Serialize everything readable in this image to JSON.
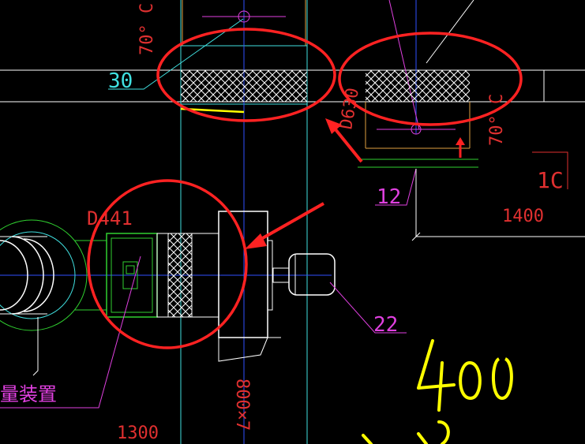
{
  "canvas": {
    "background": "#000000"
  },
  "labels": {
    "top_angle": "70° C",
    "dim_30": "30",
    "pipe_tag": "D630",
    "right_angle": "70° C",
    "dim_10": "1C",
    "dim_12": "12",
    "dim_1400": "1400",
    "equip_tag": "D441",
    "dim_22": "22",
    "device_note": "量装置",
    "dim_1300": "1300",
    "vertical_dim": "800×7",
    "handwritten_number": "400"
  },
  "colors": {
    "annotation_red": "#ff2222",
    "line_white": "#ffffff",
    "line_cyan": "#40e0e0",
    "line_blue": "#3050ff",
    "line_magenta": "#e040e0",
    "line_yellow": "#ffff00",
    "line_green": "#30d030",
    "line_orange": "#e0a040",
    "text_red": "#e03030"
  }
}
